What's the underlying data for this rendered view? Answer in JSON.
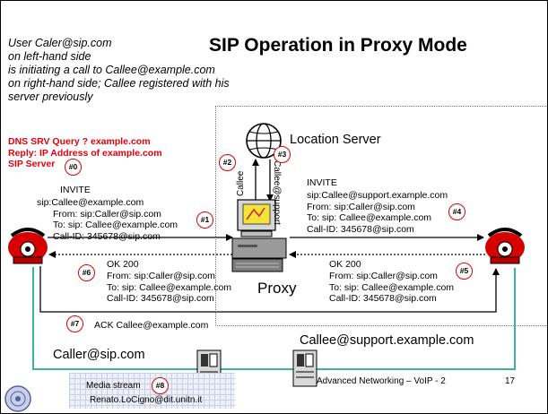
{
  "slide": {
    "title": "SIP Operation in Proxy Mode",
    "intro_lines": [
      "User Caler@sip.com",
      "on left-hand side",
      "is initiating a call to Callee@example.com",
      "on right-hand side; Callee registered with his",
      "server previously"
    ],
    "dns_lines": [
      "DNS SRV Query ? example.com",
      "Reply: IP Address of example.com",
      "SIP Server"
    ],
    "location_server": "Location Server",
    "proxy": "Proxy",
    "arrow_callee": "Callee",
    "arrow_callee_support": "Callee@support",
    "invite1": {
      "label": "INVITE",
      "lines": [
        "sip:Callee@example.com",
        "From: sip:Caller@sip.com",
        "To: sip: Callee@example.com",
        "Call-ID: 345678@sip.com"
      ]
    },
    "invite2": {
      "label": "INVITE",
      "lines": [
        "sip:Callee@support.example.com",
        "From: sip:Caller@sip.com",
        "To: sip: Callee@example.com",
        "Call-ID: 345678@sip.com"
      ]
    },
    "ok_left": {
      "label": "OK 200",
      "lines": [
        "From: sip:Caller@sip.com",
        "To: sip: Callee@example.com",
        "Call-ID: 345678@sip.com"
      ]
    },
    "ok_right": {
      "label": "OK 200",
      "lines": [
        "From: sip:Caller@sip.com",
        "To: sip: Callee@example.com",
        "Call-ID: 345678@sip.com"
      ]
    },
    "ack": "ACK Callee@example.com",
    "caller_label": "Caller@sip.com",
    "callee_label": "Callee@support.example.com",
    "media_stream": "Media stream",
    "email": "Renato.LoCigno@dit.unitn.it",
    "footer": "Advanced Networking – VoIP - 2",
    "page_number": "17",
    "badges": [
      "#0",
      "#1",
      "#2",
      "#3",
      "#4",
      "#5",
      "#6",
      "#7",
      "#8"
    ],
    "colors": {
      "dns_text": "#e0000c",
      "badge_border": "#dd0000",
      "phone": "#d60000",
      "media_line": "#3ab59a"
    }
  }
}
